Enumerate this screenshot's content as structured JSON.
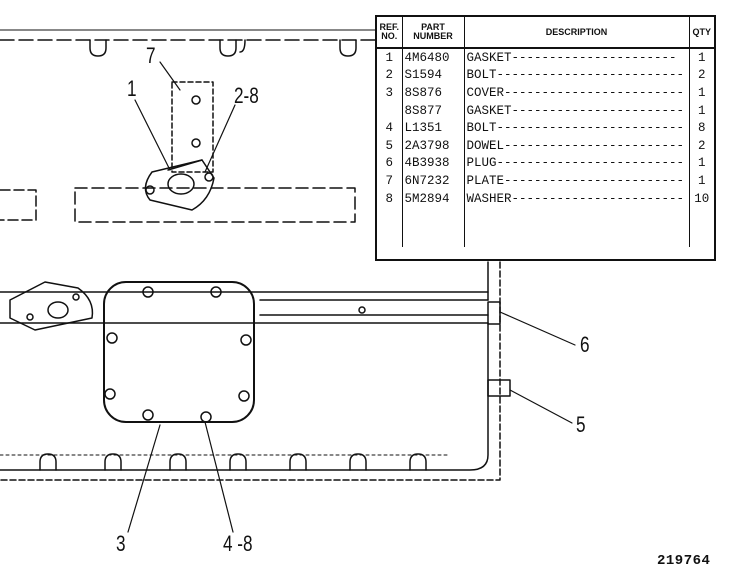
{
  "table": {
    "headers": {
      "ref": "REF. NO.",
      "part": "PART NUMBER",
      "desc": "DESCRIPTION",
      "qty": "QTY"
    },
    "rows": [
      {
        "ref": "1",
        "part": "4M6480",
        "desc": "GASKET",
        "qty": "1"
      },
      {
        "ref": "2",
        "part": "S1594",
        "desc": "BOLT",
        "qty": "2"
      },
      {
        "ref": "3",
        "part": "8S876",
        "desc": "COVER",
        "qty": "1"
      },
      {
        "ref": "",
        "part": "8S877",
        "desc": "GASKET",
        "qty": "1"
      },
      {
        "ref": "4",
        "part": "L1351",
        "desc": "BOLT",
        "qty": "8"
      },
      {
        "ref": "5",
        "part": "2A3798",
        "desc": "DOWEL",
        "qty": "2"
      },
      {
        "ref": "6",
        "part": "4B3938",
        "desc": "PLUG",
        "qty": "1"
      },
      {
        "ref": "7",
        "part": "6N7232",
        "desc": "PLATE",
        "qty": "1"
      },
      {
        "ref": "8",
        "part": "5M2894",
        "desc": "WASHER",
        "qty": "10"
      }
    ]
  },
  "callouts": {
    "c7": "7",
    "c1": "1",
    "c2_8": "2-8",
    "c6": "6",
    "c5": "5",
    "c3": "3",
    "c4_8": "4 -8"
  },
  "drawing_number": "219764"
}
